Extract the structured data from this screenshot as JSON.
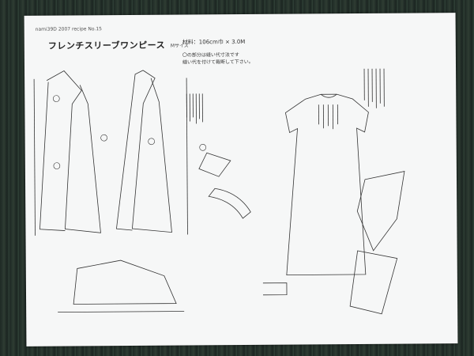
{
  "sheet": {
    "meta": "nami39D  2007  recipe No.15",
    "title": "フレンチスリーブワンピース",
    "size": "Mサイズ",
    "material": "材料：106cm巾 × 3.0M",
    "note_line1": "〇の部分は縫い代寸法です",
    "note_line2": "縫い代を付けて裁断して下さい。"
  },
  "colors": {
    "background_cloth": "#26332c",
    "paper": "#f6f7f7",
    "ink": "#333333"
  }
}
